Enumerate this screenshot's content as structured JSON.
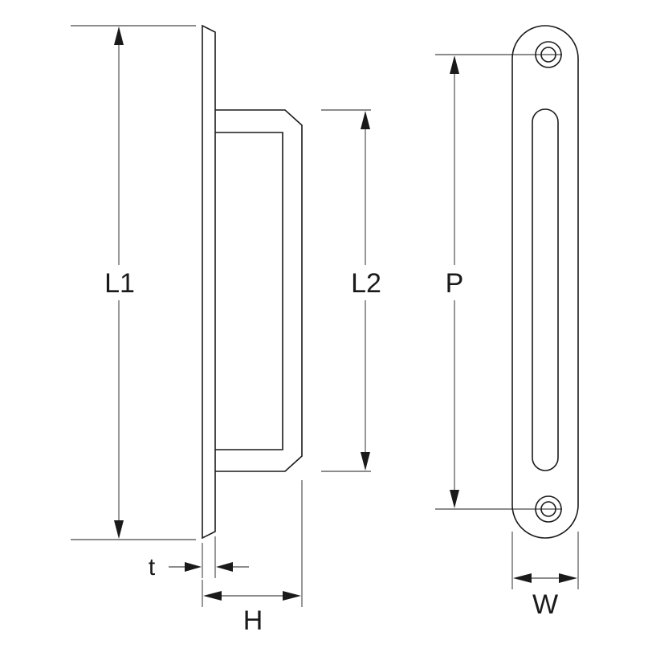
{
  "labels": {
    "l1": "L1",
    "l2": "L2",
    "p": "P",
    "t": "t",
    "h": "H",
    "w": "W"
  }
}
